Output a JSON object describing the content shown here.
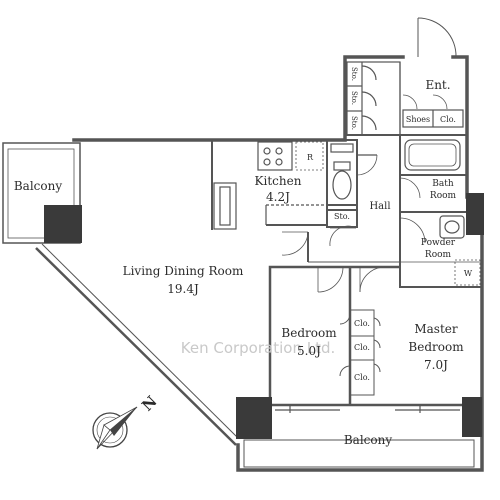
{
  "rooms": {
    "balcony_left": "Balcony",
    "living_dining": "Living Dining Room",
    "living_dining_size": "19.4J",
    "kitchen": "Kitchen",
    "kitchen_size": "4.2J",
    "bedroom": "Bedroom",
    "bedroom_size": "5.0J",
    "master_1": "Master",
    "master_2": "Bedroom",
    "master_size": "7.0J",
    "balcony_bottom": "Balcony",
    "entrance": "Ent.",
    "hall": "Hall",
    "bath_1": "Bath",
    "bath_2": "Room",
    "powder_1": "Powder",
    "powder_2": "Room"
  },
  "fixtures": {
    "sto": "Sto.",
    "shoes": "Shoes",
    "clo": "Clo.",
    "refrigerator": "R",
    "washer": "W"
  },
  "compass": {
    "north": "N"
  },
  "watermark": "Ken Corporation Ltd.",
  "colors": {
    "wall": "#555555",
    "pillar": "#3a3a3a",
    "line": "#555555"
  }
}
